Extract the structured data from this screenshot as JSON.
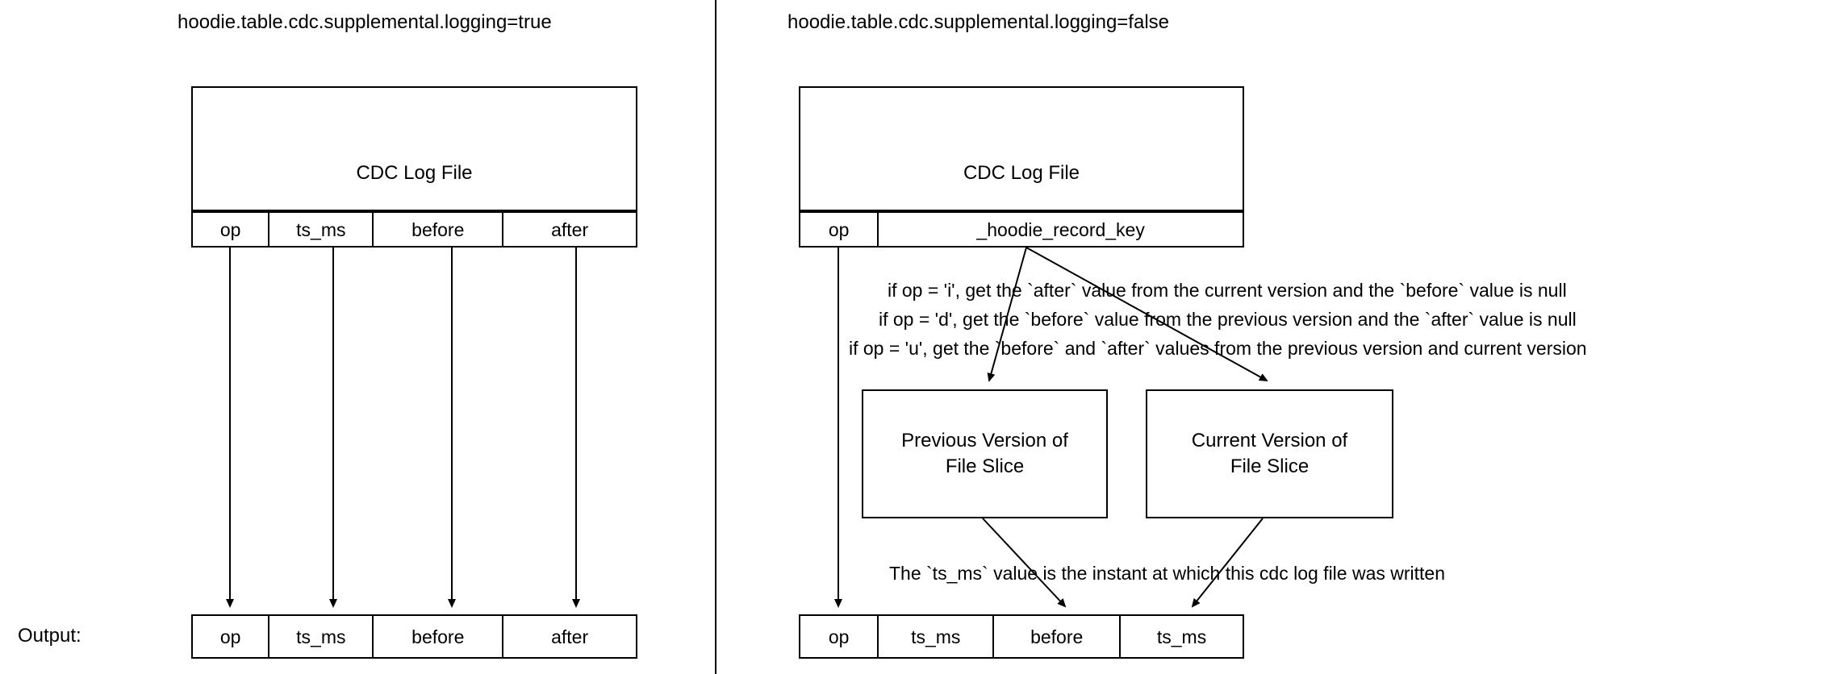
{
  "diagram": {
    "divider": {
      "name": "vertical-separator"
    },
    "left_panel": {
      "title": "hoodie.table.cdc.supplemental.logging=true",
      "log_box_label": "CDC Log File",
      "schema_columns": [
        "op",
        "ts_ms",
        "before",
        "after"
      ],
      "output_label": "Output:",
      "output_columns": [
        "op",
        "ts_ms",
        "before",
        "after"
      ]
    },
    "right_panel": {
      "title": "hoodie.table.cdc.supplemental.logging=false",
      "log_box_label": "CDC Log File",
      "schema_columns": [
        "op",
        "_hoodie_record_key"
      ],
      "rules": [
        "if op = 'i', get the `after` value from the current version and the `before` value is null",
        "if op = 'd', get the `before` value from the previous version  and the `after` value is null",
        "if op = 'u', get the `before` and `after` values from the previous version and current version"
      ],
      "boxes": [
        {
          "line1": "Previous Version of",
          "line2": "File Slice"
        },
        {
          "line1": "Current Version of",
          "line2": "File Slice"
        }
      ],
      "ts_note": "The `ts_ms` value is the instant at which this cdc log file was written",
      "output_columns": [
        "op",
        "ts_ms",
        "before",
        "ts_ms"
      ]
    }
  },
  "style": {
    "stroke": "#000000",
    "background": "#ffffff"
  }
}
